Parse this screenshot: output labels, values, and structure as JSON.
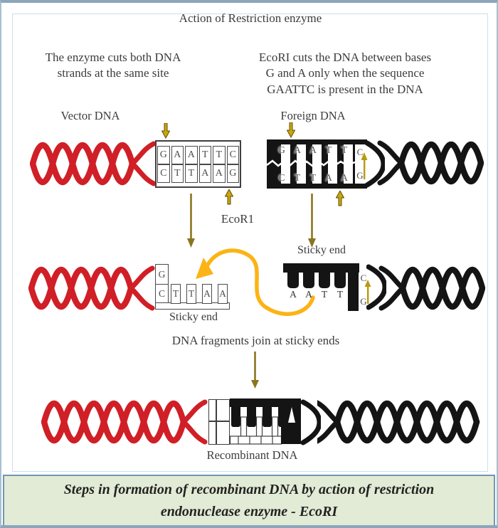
{
  "title": "Action of Restriction enzyme",
  "notes": {
    "left": {
      "line1": "The enzyme cuts both DNA",
      "line2": "strands at the same site"
    },
    "right": {
      "line1": "EcoRI cuts the DNA between bases",
      "line2": "G and A only when the sequence",
      "line3": "GAATTC is present in the DNA"
    }
  },
  "labels": {
    "vector_dna": "Vector DNA",
    "foreign_dna": "Foreign DNA",
    "enzyme": "EcoR1",
    "sticky_end_left": "Sticky end",
    "sticky_end_right": "Sticky end",
    "join_text": "DNA fragments join at sticky ends",
    "recombinant_dna": "Recombinant DNA"
  },
  "sequences": {
    "vector_top": [
      "G",
      "A",
      "A",
      "T",
      "T",
      "C"
    ],
    "vector_bottom": [
      "C",
      "T",
      "T",
      "A",
      "A",
      "G"
    ],
    "foreign_top": [
      "G",
      "A",
      "A",
      "T",
      "T",
      "C"
    ],
    "foreign_bottom": [
      "C",
      "T",
      "T",
      "A",
      "A",
      "G"
    ],
    "vector_fragment_top": [
      "G"
    ],
    "vector_fragment_bottom": [
      "C",
      "T",
      "T",
      "A",
      "A"
    ],
    "foreign_fragment_overhang": [
      "A",
      "A",
      "T",
      "T"
    ],
    "foreign_fragment_top": [
      "C"
    ],
    "foreign_fragment_bottom": [
      "G"
    ]
  },
  "caption": {
    "line1": "Steps in formation of recombinant DNA by action of restriction",
    "line2": "endonuclease enzyme - EcoRI"
  },
  "colors": {
    "vector_helix": "#d01f26",
    "foreign_helix": "#141414",
    "cut_site_arrow": "#c9a511",
    "process_arrow": "#8a751f",
    "join_arrow": "#fcb315",
    "caption_bg": "#e2ebd5",
    "caption_border": "#7296b4",
    "frame_border": "#8ba6bc"
  }
}
